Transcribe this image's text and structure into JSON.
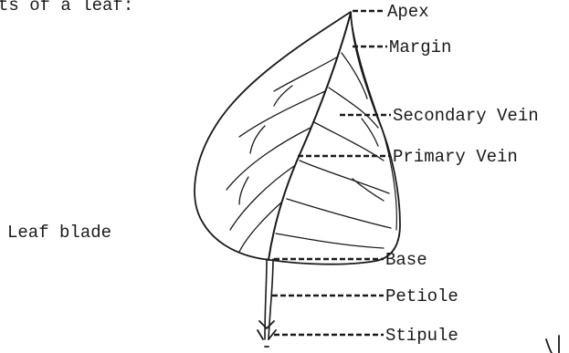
{
  "header_text": "ts of a leaf:",
  "side_label": "Leaf blade",
  "labels": {
    "apex": "Apex",
    "margin": "Margin",
    "secondary_vein": "Secondary Vein",
    "primary_vein": "Primary Vein",
    "base": "Base",
    "petiole": "Petiole",
    "stipule": "Stipule"
  },
  "ink_color": "#1a1a1a"
}
